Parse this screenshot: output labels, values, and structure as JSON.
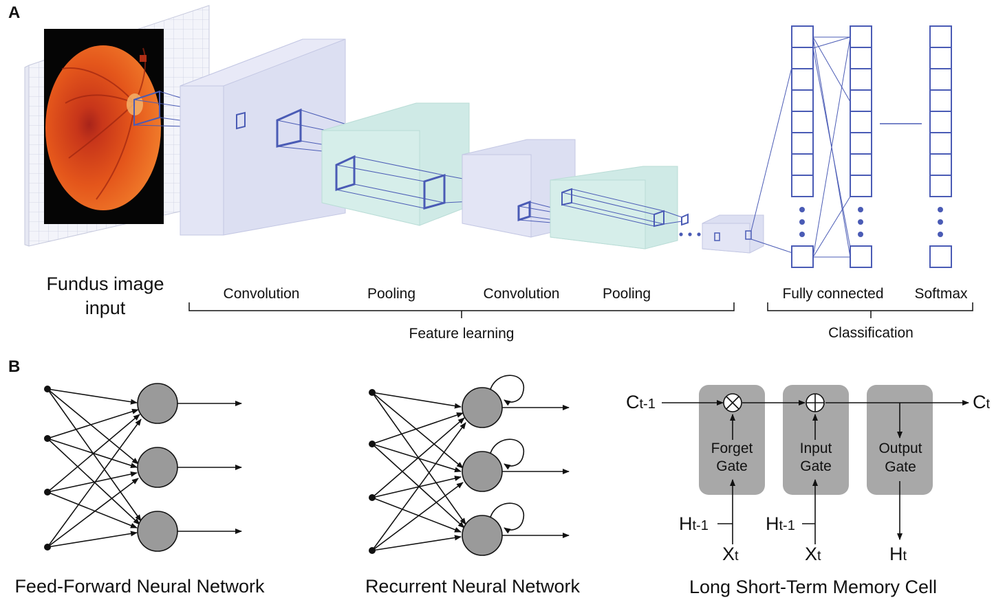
{
  "colors": {
    "accent_blue": "#4a5bb5",
    "layer_lavender": "#d9dcf0",
    "layer_mint": "#cfeae6",
    "neuron_gray": "#9a9a9a",
    "gate_gray": "#a8a8a8",
    "fundus_orange": "#e4561b"
  },
  "panel_a": {
    "panel_label": "A",
    "input_label_line1": "Fundus image",
    "input_label_line2": "input",
    "stages": [
      "Convolution",
      "Pooling",
      "Convolution",
      "Pooling",
      "Fully connected",
      "Softmax"
    ],
    "group_feature": "Feature learning",
    "group_classification": "Classification"
  },
  "panel_b": {
    "panel_label": "B",
    "ffnn_caption": "Feed-Forward Neural Network",
    "rnn_caption": "Recurrent Neural Network",
    "lstm_caption": "Long Short-Term Memory Cell",
    "lstm": {
      "c_prev": "C",
      "c_prev_sub": "t-1",
      "c_next": "C",
      "c_next_sub": "t",
      "forget_line1": "Forget",
      "forget_line2": "Gate",
      "input_line1": "Input",
      "input_line2": "Gate",
      "output_line1": "Output",
      "output_line2": "Gate",
      "h_prev": "H",
      "h_prev_sub": "t-1",
      "x_in": "X",
      "x_in_sub": "t",
      "h_out": "H",
      "h_out_sub": "t"
    }
  }
}
